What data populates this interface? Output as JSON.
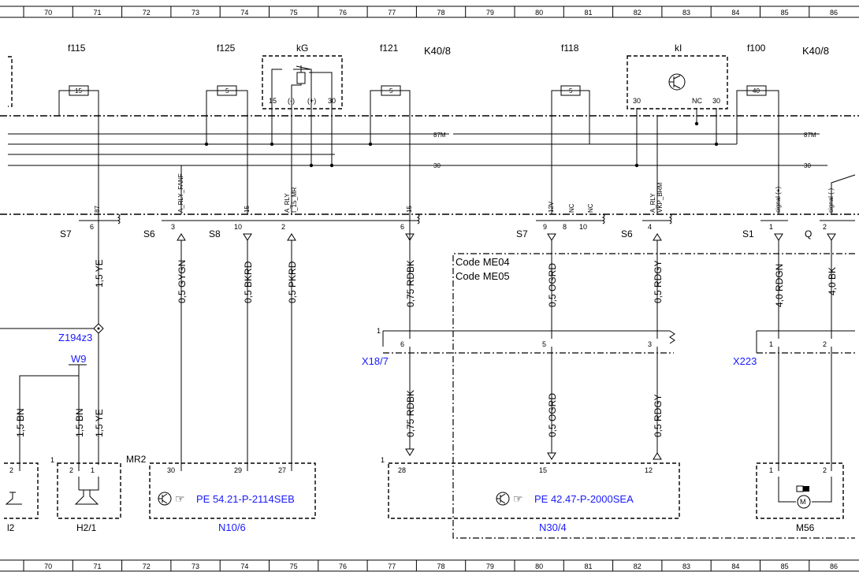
{
  "ruler": [
    "70",
    "71",
    "72",
    "73",
    "74",
    "75",
    "76",
    "77",
    "78",
    "79",
    "80",
    "81",
    "82",
    "83",
    "84",
    "85",
    "86"
  ],
  "fuses": [
    {
      "name": "f115",
      "rating": "15"
    },
    {
      "name": "f125",
      "rating": "5"
    },
    {
      "name": "f121",
      "rating": "5"
    },
    {
      "name": "f118",
      "rating": "5"
    },
    {
      "name": "f100",
      "rating": "40"
    }
  ],
  "relays": {
    "kg": "kG",
    "ki": "kI",
    "kg_pins": [
      "15",
      "(-)",
      "(+)",
      "30"
    ],
    "ki_pins": [
      "30",
      "NC",
      "30"
    ]
  },
  "modules": {
    "left": "K40/8",
    "right": "K40/8"
  },
  "bus_labels": {
    "left_87m": "87M",
    "left_30": "30",
    "right_87m": "87M",
    "right_30": "30"
  },
  "signal_names": [
    "87",
    "A_RLY_FANF",
    "15",
    "A_RLY\nI_15_MR",
    "15",
    "12V",
    "NC",
    "NC",
    "A_RLY\nVKP_BRM",
    "signal (+)",
    "signal (-)"
  ],
  "signal_names_flat": {
    "s87": "87",
    "fanf": "A_RLY_FANF",
    "s15a": "15",
    "arly": "A_RLY",
    "i15mr": "I_15_MR",
    "s15b": "15",
    "v12": "12V",
    "nc1": "NC",
    "nc2": "NC",
    "arly2": "A_RLY",
    "vkp": "VKP_BRM",
    "sigp": "signal (+)",
    "sigm": "signal (-)"
  },
  "connectors": {
    "s7": "S7",
    "s6": "S6",
    "s8": "S8",
    "s7b": "S7",
    "s6b": "S6",
    "s1": "S1",
    "q": "Q"
  },
  "pin_numbers": {
    "p6": "6",
    "p3": "3",
    "p10": "10",
    "p2": "2",
    "p6b": "6",
    "p9": "9",
    "p8": "8",
    "p10b": "10",
    "p4": "4",
    "p1": "1",
    "p2b": "2"
  },
  "wires": {
    "w1": "1,5 YE",
    "w2": "0,5 GYGN",
    "w3": "0,5 BKRD",
    "w4": "0,5 PKRD",
    "w5": "0,75 RDBK",
    "w6": "0,5 OGRD",
    "w7": "0,5 RDGY",
    "w8": "4,0 RDGN",
    "w9": "4,0 BK",
    "w10": "1,5 BN",
    "w11": "1,5 BN",
    "w12": "1,5 YE",
    "w13": "0,75 RDBK",
    "w14": "0,5 OGRD",
    "w15": "0,5 RDGY"
  },
  "code_notes": [
    "Code ME04",
    "Code ME05"
  ],
  "junctions": {
    "z194": "Z194z3",
    "w9": "W9",
    "x18": "X18/7",
    "x223": "X223"
  },
  "x18_pins": {
    "lead": "1",
    "a": "6",
    "b": "5",
    "c": "3"
  },
  "x223_pins": {
    "a": "1",
    "b": "2"
  },
  "components": {
    "left_partial": "l2",
    "h21": "H2/1",
    "n106": "N10/6",
    "n304": "N30/4",
    "m56": "M56",
    "mr2": "MR2",
    "one_a": "1",
    "one_b": "1"
  },
  "component_pins": {
    "lp": "2",
    "h_a": "2",
    "h_b": "1",
    "n10_a": "30",
    "n10_b": "29",
    "n10_c": "27",
    "n30_a": "28",
    "n30_b": "15",
    "n30_c": "12",
    "m_a": "1",
    "m_b": "2"
  },
  "references": {
    "n10": "PE 54.21-P-2114SEB",
    "n30": "PE 42.47-P-2000SEA"
  },
  "colors": {
    "link": "#1a1aff",
    "line": "#000000"
  }
}
